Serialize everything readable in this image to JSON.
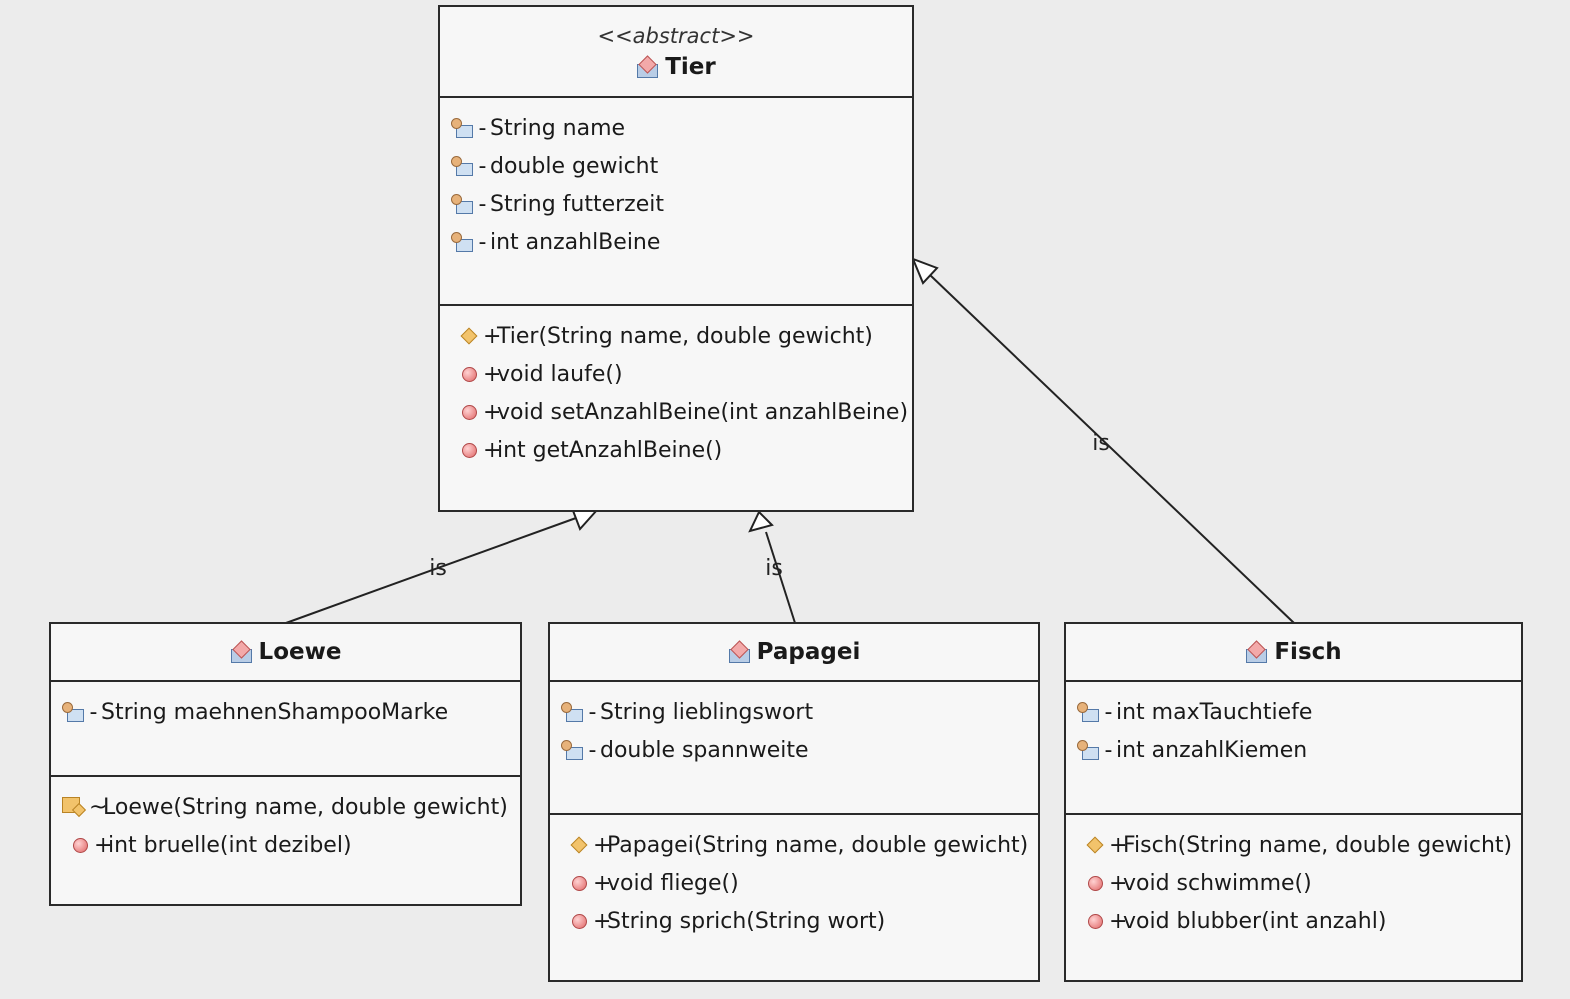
{
  "diagram": {
    "edge_label": "is",
    "classes": {
      "tier": {
        "stereotype": "<<abstract>>",
        "name": "Tier",
        "attributes": [
          {
            "vis": "-",
            "text": "String name",
            "icon": "field-icon"
          },
          {
            "vis": "-",
            "text": "double gewicht",
            "icon": "field-icon"
          },
          {
            "vis": "-",
            "text": "String futterzeit",
            "icon": "field-icon"
          },
          {
            "vis": "-",
            "text": "int anzahlBeine",
            "icon": "field-icon"
          }
        ],
        "methods": [
          {
            "vis": "+",
            "text": "Tier(String name, double gewicht)",
            "icon": "constructor-icon"
          },
          {
            "vis": "+",
            "text": "void laufe()",
            "icon": "method-icon"
          },
          {
            "vis": "+",
            "text": "void setAnzahlBeine(int anzahlBeine)",
            "icon": "method-icon"
          },
          {
            "vis": "+",
            "text": "int getAnzahlBeine()",
            "icon": "method-icon"
          }
        ]
      },
      "loewe": {
        "name": "Loewe",
        "attributes": [
          {
            "vis": "-",
            "text": "String maehnenShampooMarke",
            "icon": "field-icon"
          }
        ],
        "methods": [
          {
            "vis": "~",
            "text": "Loewe(String name, double gewicht)",
            "icon": "package-constructor-icon"
          },
          {
            "vis": "+",
            "text": "int bruelle(int dezibel)",
            "icon": "method-icon"
          }
        ]
      },
      "papagei": {
        "name": "Papagei",
        "attributes": [
          {
            "vis": "-",
            "text": "String lieblingswort",
            "icon": "field-icon"
          },
          {
            "vis": "-",
            "text": "double spannweite",
            "icon": "field-icon"
          }
        ],
        "methods": [
          {
            "vis": "+",
            "text": "Papagei(String name, double gewicht)",
            "icon": "constructor-icon"
          },
          {
            "vis": "+",
            "text": "void fliege()",
            "icon": "method-icon"
          },
          {
            "vis": "+",
            "text": "String sprich(String wort)",
            "icon": "method-icon"
          }
        ]
      },
      "fisch": {
        "name": "Fisch",
        "attributes": [
          {
            "vis": "-",
            "text": "int maxTauchtiefe",
            "icon": "field-icon"
          },
          {
            "vis": "-",
            "text": "int anzahlKiemen",
            "icon": "field-icon"
          }
        ],
        "methods": [
          {
            "vis": "+",
            "text": "Fisch(String name, double gewicht)",
            "icon": "constructor-icon"
          },
          {
            "vis": "+",
            "text": "void schwimme()",
            "icon": "method-icon"
          },
          {
            "vis": "+",
            "text": "void blubber(int anzahl)",
            "icon": "method-icon"
          }
        ]
      }
    },
    "edges": [
      {
        "from": "loewe",
        "to": "tier",
        "type": "generalization"
      },
      {
        "from": "papagei",
        "to": "tier",
        "type": "generalization"
      },
      {
        "from": "fisch",
        "to": "tier",
        "type": "generalization"
      }
    ]
  }
}
